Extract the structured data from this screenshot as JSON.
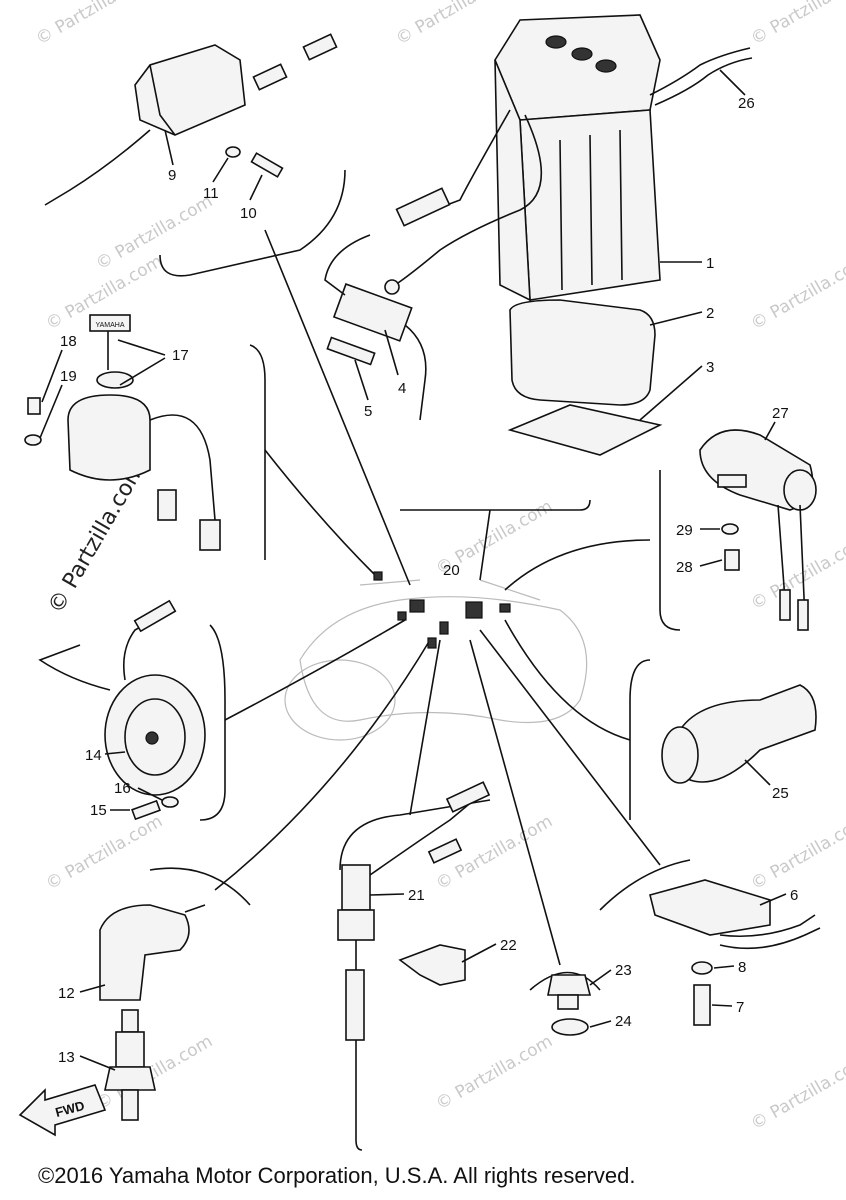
{
  "title": "",
  "watermark": "© Partzilla.com",
  "watermark_short": "© Partzilla.com",
  "watermark_side": "© Partzilla.com",
  "fwd_label": "FWD",
  "key_label": "YAMAHA",
  "copyright": "©2016 Yamaha Motor Corporation, U.S.A. All rights reserved.",
  "callouts": {
    "c1": "1",
    "c2": "2",
    "c3": "3",
    "c4": "4",
    "c5": "5",
    "c6": "6",
    "c7": "7",
    "c8": "8",
    "c9": "9",
    "c10": "10",
    "c11": "11",
    "c12": "12",
    "c13": "13",
    "c14": "14",
    "c15": "15",
    "c16": "16",
    "c17": "17",
    "c18": "18",
    "c19": "19",
    "c20": "20",
    "c21": "21",
    "c22": "22",
    "c23": "23",
    "c24": "24",
    "c25": "25",
    "c26": "26",
    "c27": "27",
    "c28": "28",
    "c29": "29"
  },
  "parts": [
    {
      "ref": "1",
      "icon": "battery-icon"
    },
    {
      "ref": "2",
      "icon": "battery-band-icon"
    },
    {
      "ref": "3",
      "icon": "battery-pad-icon"
    },
    {
      "ref": "4",
      "icon": "fuse-holder-icon"
    },
    {
      "ref": "5",
      "icon": "fuse-icon"
    },
    {
      "ref": "6",
      "icon": "bracket-icon"
    },
    {
      "ref": "7",
      "icon": "bolt-icon"
    },
    {
      "ref": "8",
      "icon": "washer-icon"
    },
    {
      "ref": "9",
      "icon": "ignition-coil-icon"
    },
    {
      "ref": "10",
      "icon": "screw-icon"
    },
    {
      "ref": "11",
      "icon": "washer-icon"
    },
    {
      "ref": "12",
      "icon": "plug-cap-icon"
    },
    {
      "ref": "13",
      "icon": "spark-plug-icon"
    },
    {
      "ref": "14",
      "icon": "horn-icon"
    },
    {
      "ref": "15",
      "icon": "bolt-icon"
    },
    {
      "ref": "16",
      "icon": "washer-icon"
    },
    {
      "ref": "17",
      "icon": "main-switch-icon"
    },
    {
      "ref": "18",
      "icon": "screw-icon"
    },
    {
      "ref": "19",
      "icon": "washer-icon"
    },
    {
      "ref": "20",
      "icon": "connector-icon"
    },
    {
      "ref": "21",
      "icon": "brake-switch-icon"
    },
    {
      "ref": "22",
      "icon": "bracket-icon"
    },
    {
      "ref": "23",
      "icon": "neutral-switch-icon"
    },
    {
      "ref": "24",
      "icon": "gasket-icon"
    },
    {
      "ref": "25",
      "icon": "boot-icon"
    },
    {
      "ref": "26",
      "icon": "breather-pipe-icon"
    },
    {
      "ref": "27",
      "icon": "rectifier-icon"
    },
    {
      "ref": "28",
      "icon": "screw-icon"
    },
    {
      "ref": "29",
      "icon": "washer-icon"
    }
  ]
}
